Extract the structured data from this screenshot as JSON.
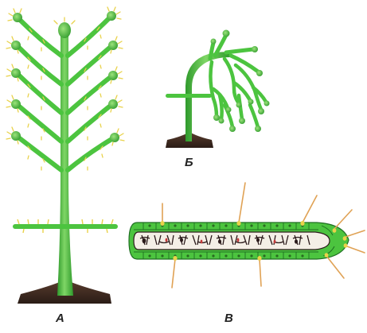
{
  "figures": [
    {
      "label": "А"
    },
    {
      "label": "Б"
    },
    {
      "label": "В"
    }
  ],
  "colors": {
    "body_green": "#4cc43f",
    "body_light": "#8fdc6f",
    "body_dark": "#2f9a2c",
    "spine_yellow": "#e9d24a",
    "spine_orange": "#e0a255",
    "base_dark": "#3a2a22",
    "cell_outline": "#1f6e22",
    "canal_dark": "#2a1a1a",
    "cnidocil_red": "#c23a3a"
  }
}
